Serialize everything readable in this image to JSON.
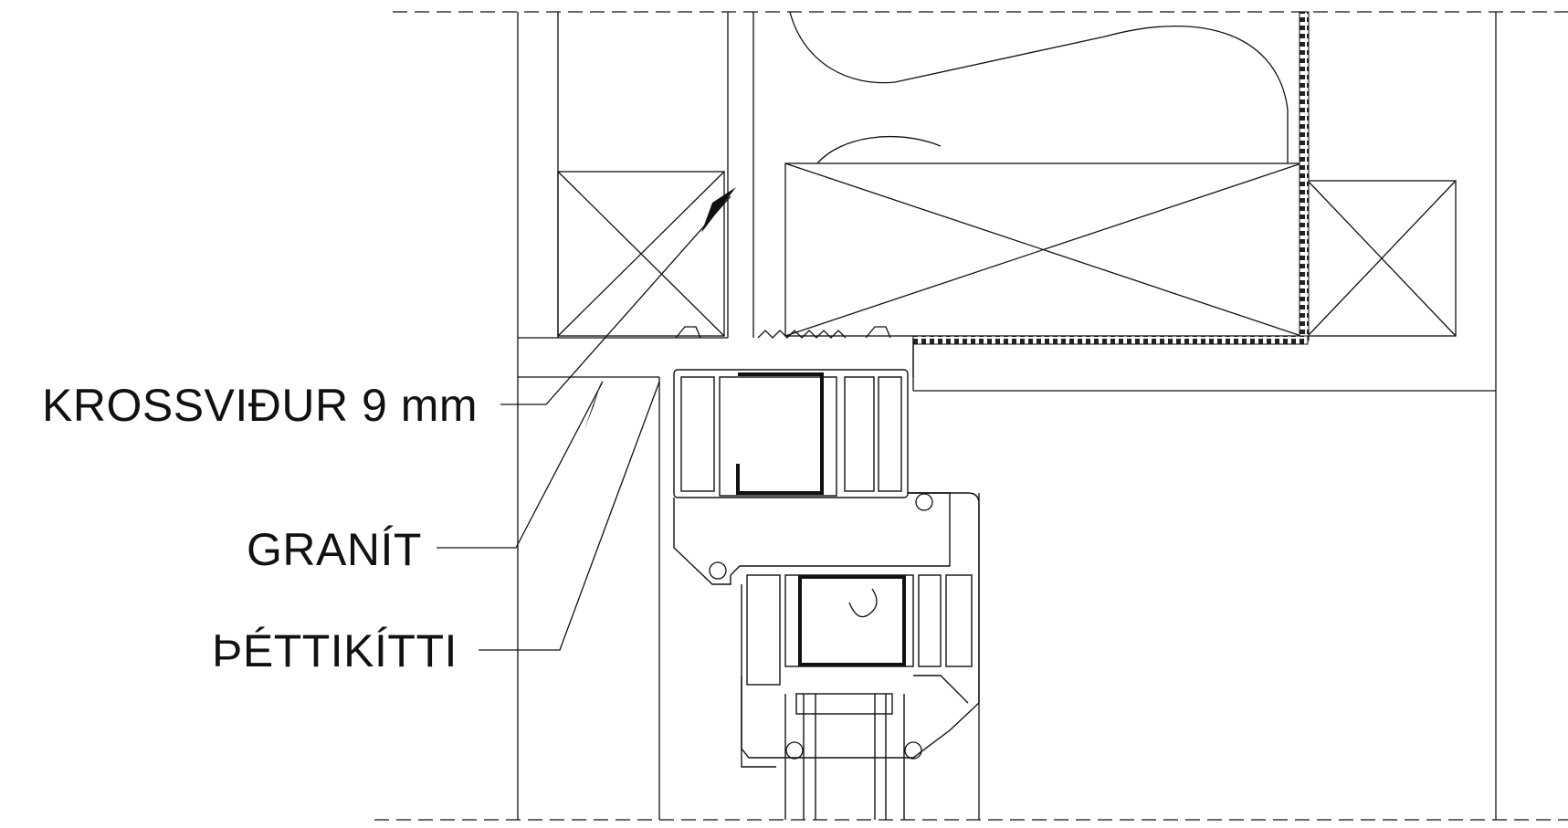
{
  "labels": {
    "krossvidur": "KROSSVIÐUR 9 mm",
    "granit": "GRANÍT",
    "thettikitti": "ÞÉTTIKÍTTI"
  },
  "colors": {
    "ink": "#111111",
    "paper": "#ffffff",
    "fill_dark": "#333333"
  }
}
